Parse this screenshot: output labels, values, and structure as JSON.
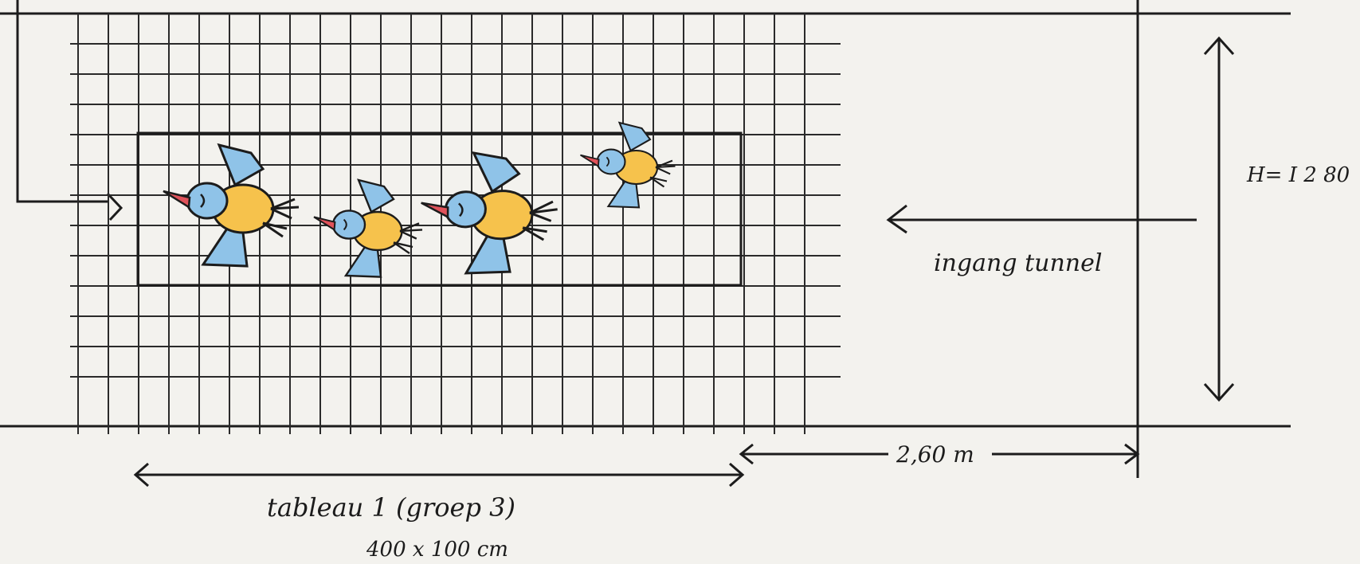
{
  "sketch": {
    "height_label": "H= I 2 80",
    "entrance_label": "ingang tunnel",
    "distance_label": "2,60 m",
    "tableau_title": "tableau 1 (groep 3)",
    "tableau_size": "400 x 100 cm"
  },
  "colors": {
    "paper": "#f3f2ee",
    "ink": "#1c1c1c",
    "bird_blue": "#8fc3e8",
    "bird_yellow": "#f6c24c",
    "beak_red": "#e0525a"
  },
  "birds": [
    {
      "name": "bird-1",
      "facing": "left"
    },
    {
      "name": "bird-2",
      "facing": "left"
    },
    {
      "name": "bird-3",
      "facing": "left"
    },
    {
      "name": "bird-4",
      "facing": "left"
    }
  ]
}
